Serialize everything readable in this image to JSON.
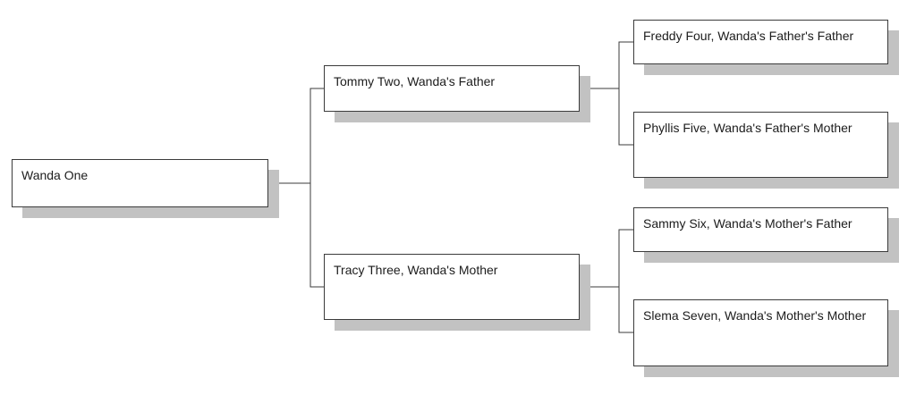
{
  "diagram": {
    "type": "family-tree",
    "colors": {
      "background": "#ffffff",
      "box_fill": "#ffffff",
      "box_border": "#3b3b3b",
      "connector": "#3b3b3b",
      "shadow": "#c2c2c2",
      "text": "#1c1c1c"
    },
    "nodes": {
      "root": {
        "label": "Wanda One"
      },
      "father": {
        "label": "Tommy Two, Wanda's Father"
      },
      "mother": {
        "label": "Tracy Three, Wanda's Mother"
      },
      "paternal_grandfather": {
        "label": "Freddy Four, Wanda's Father's Father"
      },
      "paternal_grandmother": {
        "label": "Phyllis Five, Wanda's Father's Mother"
      },
      "maternal_grandfather": {
        "label": "Sammy Six, Wanda's Mother's Father"
      },
      "maternal_grandmother": {
        "label": "Slema Seven, Wanda's Mother's Mother"
      }
    }
  }
}
